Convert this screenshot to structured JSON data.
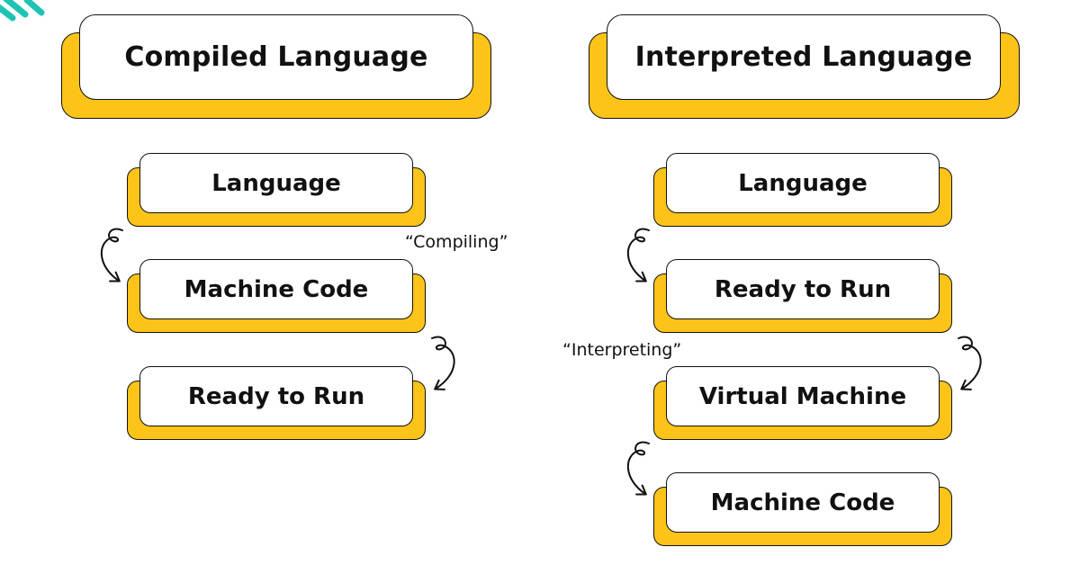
{
  "colors": {
    "accent": "#FCC419",
    "ink": "#111111",
    "logo": "#1EC3B4"
  },
  "logo": {
    "icon": "link-icon"
  },
  "compiled": {
    "title": "Compiled Language",
    "steps": [
      "Language",
      "Machine Code",
      "Ready to Run"
    ],
    "process_note": "“Compiling”"
  },
  "interpreted": {
    "title": "Interpreted Language",
    "steps": [
      "Language",
      "Ready to Run",
      "Virtual Machine",
      "Machine Code"
    ],
    "process_note": "“Interpreting”"
  }
}
